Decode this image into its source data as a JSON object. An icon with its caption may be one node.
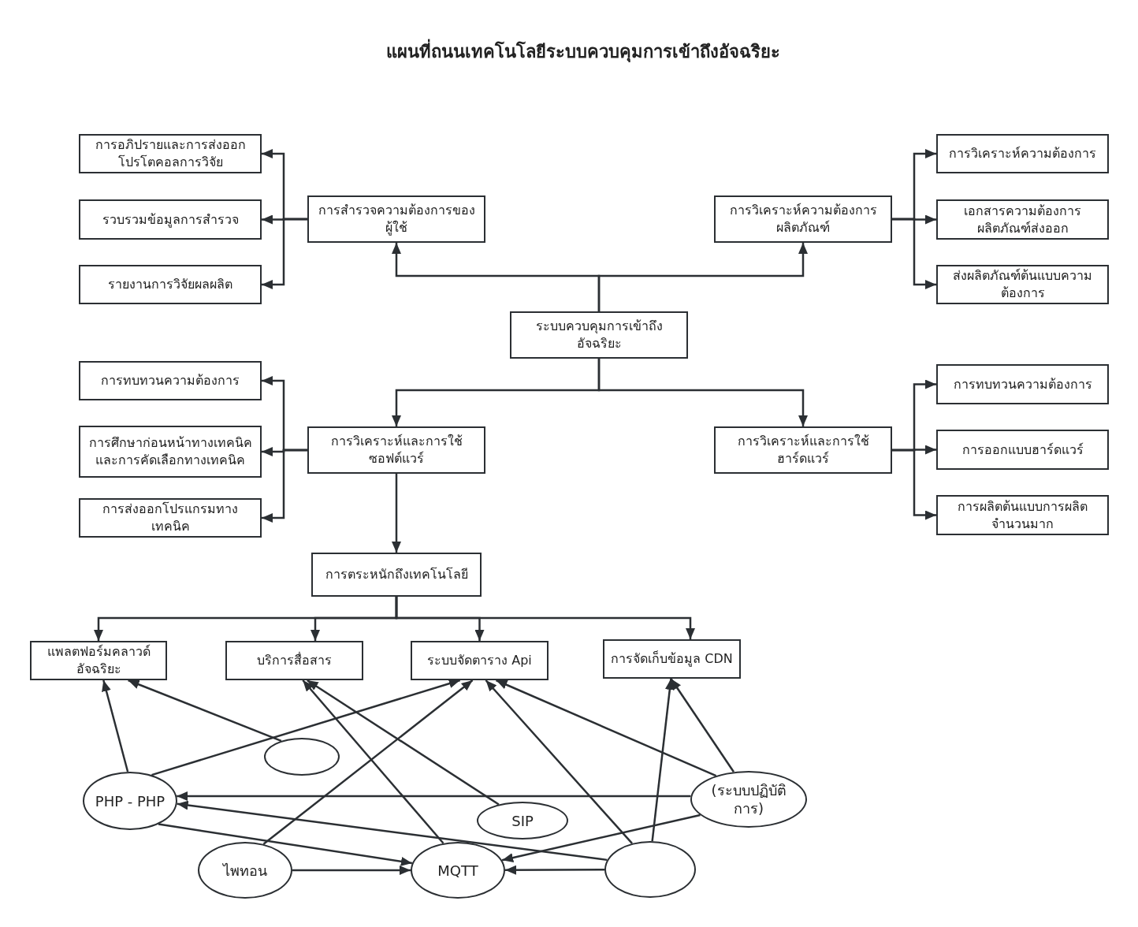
{
  "diagram": {
    "title": "แผนที่ถนนเทคโนโลยีระบบควบคุมการเข้าถึงอัจฉริยะ",
    "nodes": [
      {
        "text": [
          "ระบบควบคุมการเข้าถึงอัจฉริยะ"
        ]
      },
      {
        "text": [
          "การสำรวจความต้องการของผู้ใช้"
        ]
      },
      {
        "text": [
          "การวิเคราะห์ความต้องการผลิตภัณฑ์"
        ]
      },
      {
        "text": [
          "การอภิปรายและการส่งออกโปรโตคอลการวิจัย"
        ]
      },
      {
        "text": [
          "รวบรวมข้อมูลการสำรวจ"
        ]
      },
      {
        "text": [
          "รายงานการวิจัยผลผลิต"
        ]
      },
      {
        "text": [
          "การวิเคราะห์ความต้องการ"
        ]
      },
      {
        "text": [
          "เอกสารความต้องการผลิตภัณฑ์ส่งออก"
        ]
      },
      {
        "text": [
          "ส่งผลิตภัณฑ์ต้นแบบความต้องการ"
        ]
      },
      {
        "text": [
          "การวิเคราะห์และการใช้ซอฟต์แวร์"
        ]
      },
      {
        "text": [
          "การวิเคราะห์และการใช้ฮาร์ดแวร์"
        ]
      },
      {
        "text": [
          "การทบทวนความต้องการ"
        ]
      },
      {
        "text": [
          "การศึกษาก่อนหน้าทางเทคนิคและการคัดเลือกทางเทคนิค"
        ]
      },
      {
        "text": [
          "การส่งออกโปรแกรมทางเทคนิค"
        ]
      },
      {
        "text": [
          "การทบทวนความต้องการ"
        ]
      },
      {
        "text": [
          "การออกแบบฮาร์ดแวร์"
        ]
      },
      {
        "text": [
          "การผลิตต้นแบบการผลิตจำนวนมาก"
        ]
      },
      {
        "text": [
          "การตระหนักถึงเทคโนโลยี"
        ]
      },
      {
        "text": [
          "แพลตฟอร์มคลาวด์อัจฉริยะ"
        ]
      },
      {
        "text": [
          "บริการสื่อสาร"
        ]
      },
      {
        "text": [
          "ระบบจัดตาราง Api"
        ]
      },
      {
        "text": [
          "การจัดเก็บข้อมูล CDN"
        ]
      },
      {
        "text": [
          "PHP - PHP"
        ]
      },
      {
        "text": [],
        "shape": "ellipse"
      },
      {
        "text": [
          "SIP"
        ]
      },
      {
        "text": [
          "(ระบบปฏิบัติการ)"
        ]
      },
      {
        "text": [
          "ไพทอน"
        ]
      },
      {
        "text": [
          "MQTT"
        ]
      },
      {
        "text": [],
        "shape": "ellipse"
      }
    ],
    "edges": [
      {
        "from": 0,
        "to": 1,
        "arrow": "to"
      },
      {
        "from": 0,
        "to": 2,
        "arrow": "to"
      },
      {
        "from": 1,
        "to": 3,
        "arrow": "to"
      },
      {
        "from": 1,
        "to": 4,
        "arrow": "to"
      },
      {
        "from": 1,
        "to": 5,
        "arrow": "to"
      },
      {
        "from": 2,
        "to": 6,
        "arrow": "to"
      },
      {
        "from": 2,
        "to": 7,
        "arrow": "to"
      },
      {
        "from": 2,
        "to": 8,
        "arrow": "to"
      },
      {
        "from": 0,
        "to": 9,
        "arrow": "to"
      },
      {
        "from": 0,
        "to": 10,
        "arrow": "to"
      },
      {
        "from": 9,
        "to": 11,
        "arrow": "to"
      },
      {
        "from": 9,
        "to": 12,
        "arrow": "to"
      },
      {
        "from": 9,
        "to": 13,
        "arrow": "to"
      },
      {
        "from": 10,
        "to": 14,
        "arrow": "to"
      },
      {
        "from": 10,
        "to": 15,
        "arrow": "to"
      },
      {
        "from": 10,
        "to": 16,
        "arrow": "to"
      },
      {
        "from": 9,
        "to": 17,
        "arrow": "to"
      },
      {
        "from": 17,
        "to": 18,
        "arrow": "to"
      },
      {
        "from": 17,
        "to": 19,
        "arrow": "to"
      },
      {
        "from": 17,
        "to": 20,
        "arrow": "to"
      },
      {
        "from": 17,
        "to": 21,
        "arrow": "to"
      },
      {
        "from": 22,
        "to": 18,
        "arrow": "to"
      },
      {
        "from": 23,
        "to": 18,
        "arrow": "to"
      },
      {
        "from": 22,
        "to": 20,
        "arrow": "to"
      },
      {
        "from": 27,
        "to": 19,
        "arrow": "to"
      },
      {
        "from": 24,
        "to": 19,
        "arrow": "to"
      },
      {
        "from": 26,
        "to": 20,
        "arrow": "to"
      },
      {
        "from": 28,
        "to": 20,
        "arrow": "to"
      },
      {
        "from": 25,
        "to": 20,
        "arrow": "to"
      },
      {
        "from": 25,
        "to": 21,
        "arrow": "to"
      },
      {
        "from": 28,
        "to": 21,
        "arrow": "to"
      },
      {
        "from": 25,
        "to": 22,
        "arrow": "to"
      },
      {
        "from": 28,
        "to": 22,
        "arrow": "to"
      },
      {
        "from": 25,
        "to": 27,
        "arrow": "to"
      },
      {
        "from": 28,
        "to": 27,
        "arrow": "to"
      },
      {
        "from": 26,
        "to": 27,
        "arrow": "to"
      },
      {
        "from": 22,
        "to": 27,
        "arrow": "to"
      }
    ]
  }
}
